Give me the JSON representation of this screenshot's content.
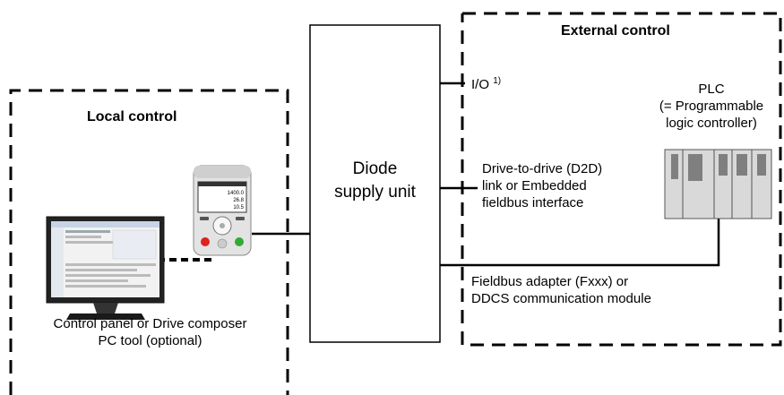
{
  "local_control": {
    "title": "Local control",
    "pc_caption": [
      "Control panel or Drive composer",
      "PC tool (optional)"
    ]
  },
  "supply_unit": {
    "label": [
      "Diode",
      "supply unit"
    ]
  },
  "external_control": {
    "title": "External control",
    "io_label": "I/O",
    "io_footnote": "1)",
    "d2d_label": [
      "Drive-to-drive (D2D)",
      "link or Embedded",
      "fieldbus interface"
    ],
    "fieldbus_label": [
      "Fieldbus adapter (Fxxx) or",
      "DDCS communication module"
    ],
    "plc_label": [
      "PLC",
      "(= Programmable",
      "logic controller)"
    ]
  },
  "panel_screen": {
    "values": [
      "1400.0",
      "26.8",
      "10.5"
    ]
  },
  "colors": {
    "line": "#000000",
    "plc_body": "#d9d9d9",
    "plc_module": "#7f7f7f"
  }
}
